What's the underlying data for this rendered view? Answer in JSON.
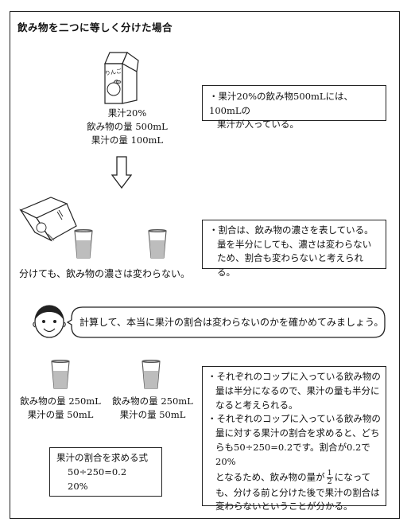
{
  "title": "飲み物を二つに等しく分けた場合",
  "carton": {
    "logo_text": "りんご",
    "juice_label": "果汁20%",
    "drink_amount": "飲み物の量 500mL",
    "juice_amount": "果汁の量 100mL"
  },
  "note1": {
    "lines": [
      "・果汁20%の飲み物500mLには、100mLの",
      "果汁が入っている。"
    ]
  },
  "split": {
    "caption": "分けても、飲み物の濃さは変わらない。"
  },
  "note2": {
    "lines": [
      "・割合は、飲み物の濃さを表している。",
      "量を半分にしても、濃さは変わらない",
      "ため、割合も変わらないと考えられる。"
    ]
  },
  "speech": {
    "text": "計算して、本当に果汁の割合は変わらないのかを確かめてみましょう。"
  },
  "cups": {
    "left_drink": "飲み物の量 250mL",
    "left_juice": "果汁の量 50mL",
    "right_drink": "飲み物の量 250mL",
    "right_juice": "果汁の量 50mL"
  },
  "formula": {
    "heading": "果汁の割合を求める式",
    "line1": "50÷250=0.2",
    "line2": "20%"
  },
  "note3": {
    "l1": "・それぞれのコップに入っている飲み物の",
    "l2": "量は半分になるので、果汁の量も半分に",
    "l3": "なると考えられる。",
    "l4": "・それぞれのコップに入っている飲み物の",
    "l5": "量に対する果汁の割合を求めると、どち",
    "l6": "らも50÷250=0.2です。割合が0.2で20%",
    "l7a": "となるため、飲み物の量が",
    "frac_num": "1",
    "frac_den": "2",
    "l7b": "になって",
    "l8": "も、分ける前と分けた後で果汁の割合は",
    "l9": "変わらないということが分かる。"
  }
}
